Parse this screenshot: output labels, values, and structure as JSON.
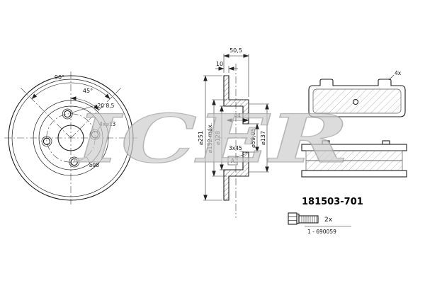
{
  "watermark": "ICER",
  "front_view": {
    "angle_between_holes": "90°",
    "angle_to_axis": "45°",
    "counterbore": "⌀20 8,5",
    "bolt_holes": "4x⌀13",
    "pitch_circle": "⌀98"
  },
  "section_view": {
    "overall_width": "50,5",
    "disc_thickness": "10",
    "hub_depth": "44",
    "outer_diameter": "⌀251",
    "max_diameter": "⌀152 máx.",
    "inner_diameter": "⌀128",
    "centre_bore": "⌀59,05",
    "flange_diameter": "⌀137",
    "chamfer": "3x45",
    "datum": "A"
  },
  "pad_view": {
    "clips": "4x"
  },
  "footer": {
    "part_number": "181503-701",
    "screw_qty": "2x",
    "screw_ref": "1 - 690059"
  }
}
